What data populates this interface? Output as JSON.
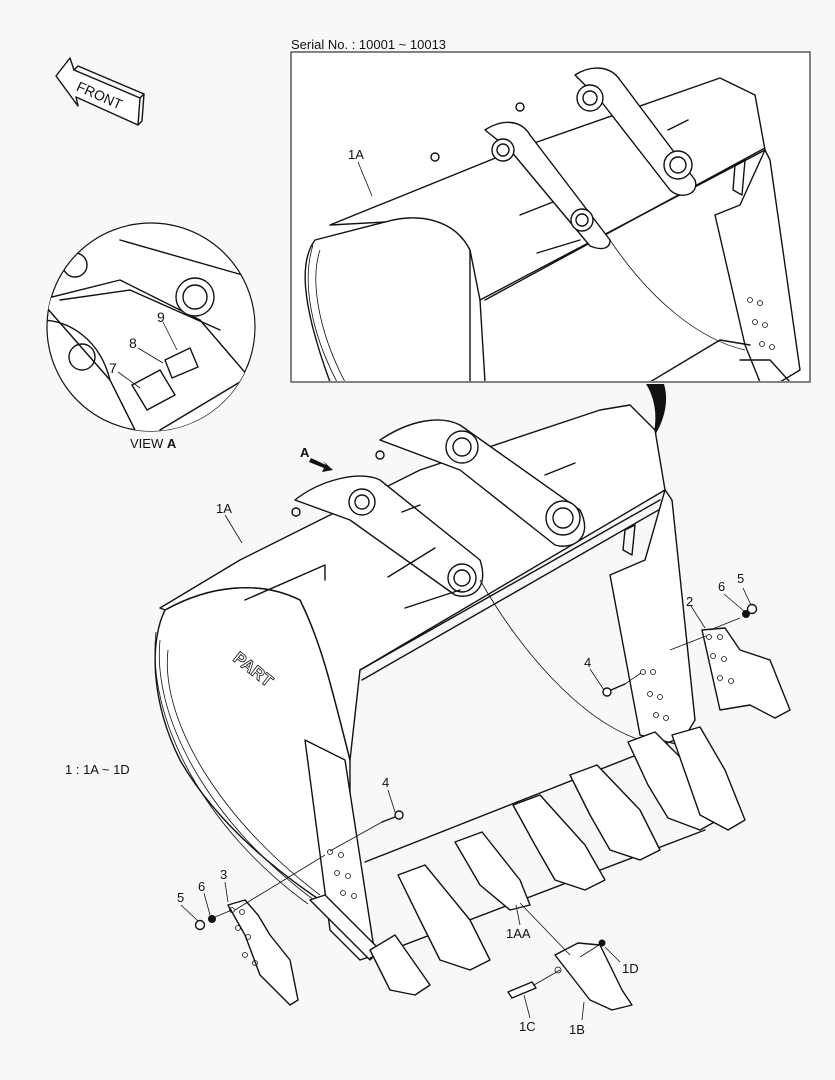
{
  "diagram": {
    "serial_label": "Serial No. : 10001 ~ 10013",
    "direction_arrow": "FRONT",
    "view_label_prefix": "VIEW ",
    "view_label_letter": "A",
    "view_pointer": "A",
    "assembly_note": "1 : 1A ~ 1D",
    "background": "#f8f8f8",
    "line_color": "#111111"
  },
  "inset": {
    "callouts": [
      {
        "id": "1A",
        "label": "1A"
      }
    ]
  },
  "detail_view": {
    "callouts": [
      {
        "id": "7",
        "label": "7"
      },
      {
        "id": "8",
        "label": "8"
      },
      {
        "id": "9",
        "label": "9"
      }
    ]
  },
  "main_view": {
    "callouts": [
      {
        "id": "1A",
        "label": "1A"
      },
      {
        "id": "2",
        "label": "2"
      },
      {
        "id": "3",
        "label": "3"
      },
      {
        "id": "4a",
        "label": "4"
      },
      {
        "id": "4b",
        "label": "4"
      },
      {
        "id": "5a",
        "label": "5"
      },
      {
        "id": "5b",
        "label": "5"
      },
      {
        "id": "6a",
        "label": "6"
      },
      {
        "id": "6b",
        "label": "6"
      },
      {
        "id": "1AA",
        "label": "1AA"
      },
      {
        "id": "1B",
        "label": "1B"
      },
      {
        "id": "1C",
        "label": "1C"
      },
      {
        "id": "1D",
        "label": "1D"
      }
    ],
    "logo_text": "PART"
  }
}
